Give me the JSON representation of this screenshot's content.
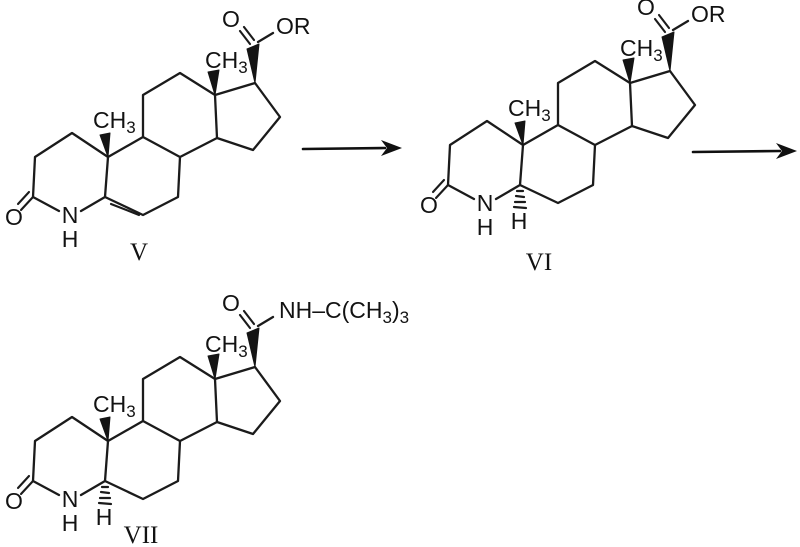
{
  "figure": {
    "type": "reaction-scheme",
    "background_color": "#ffffff",
    "ink_color": "#1b1b1b",
    "compounds": [
      {
        "label": "V",
        "atoms": {
          "lactam_o": "O",
          "ring_n": "N",
          "ring_n_h": "H",
          "methyl_c10": {
            "main": "CH",
            "sub": "3"
          },
          "methyl_c13": {
            "main": "CH",
            "sub": "3"
          },
          "carbonyl_o": "O",
          "ester": "OR"
        }
      },
      {
        "label": "VI",
        "atoms": {
          "lactam_o": "O",
          "ring_n": "N",
          "ring_n_h": "H",
          "c5_h": "H",
          "methyl_c10": {
            "main": "CH",
            "sub": "3"
          },
          "methyl_c13": {
            "main": "CH",
            "sub": "3"
          },
          "carbonyl_o": "O",
          "ester": "OR"
        }
      },
      {
        "label": "VII",
        "atoms": {
          "lactam_o": "O",
          "ring_n": "N",
          "ring_n_h": "H",
          "c5_h": "H",
          "methyl_c10": {
            "main": "CH",
            "sub": "3"
          },
          "methyl_c13": {
            "main": "CH",
            "sub": "3"
          },
          "carbonyl_o": "O",
          "amide": {
            "p1": "NH–C(CH",
            "s1": "3",
            "p2": ")",
            "s2": "3"
          }
        }
      }
    ],
    "arrow_count": 2
  }
}
